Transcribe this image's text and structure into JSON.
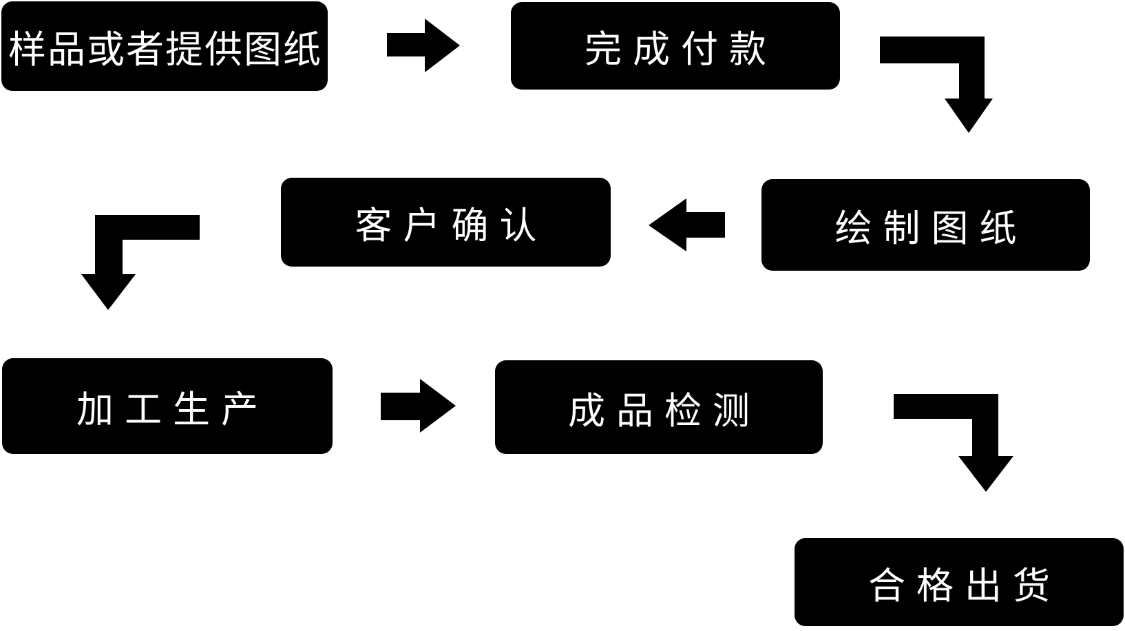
{
  "flowchart": {
    "colors": {
      "background": "#ffffff",
      "node_fill": "#000000",
      "node_text": "#ffffff",
      "arrow": "#000000"
    },
    "nodes": [
      {
        "label": "样品或者提供图纸"
      },
      {
        "label": "完成付款"
      },
      {
        "label": "客户确认"
      },
      {
        "label": "绘制图纸"
      },
      {
        "label": "加工生产"
      },
      {
        "label": "成品检测"
      },
      {
        "label": "合格出货"
      }
    ],
    "arrows": [
      {
        "icon": "arrow-right-icon",
        "from": "样品或者提供图纸",
        "to": "完成付款"
      },
      {
        "icon": "elbow-arrow-down-icon",
        "from": "完成付款",
        "to": "绘制图纸"
      },
      {
        "icon": "arrow-left-icon",
        "from": "绘制图纸",
        "to": "客户确认"
      },
      {
        "icon": "elbow-arrow-down-icon",
        "from": "客户确认",
        "to": "加工生产"
      },
      {
        "icon": "arrow-right-icon",
        "from": "加工生产",
        "to": "成品检测"
      },
      {
        "icon": "elbow-arrow-down-icon",
        "from": "成品检测",
        "to": "合格出货"
      }
    ]
  }
}
